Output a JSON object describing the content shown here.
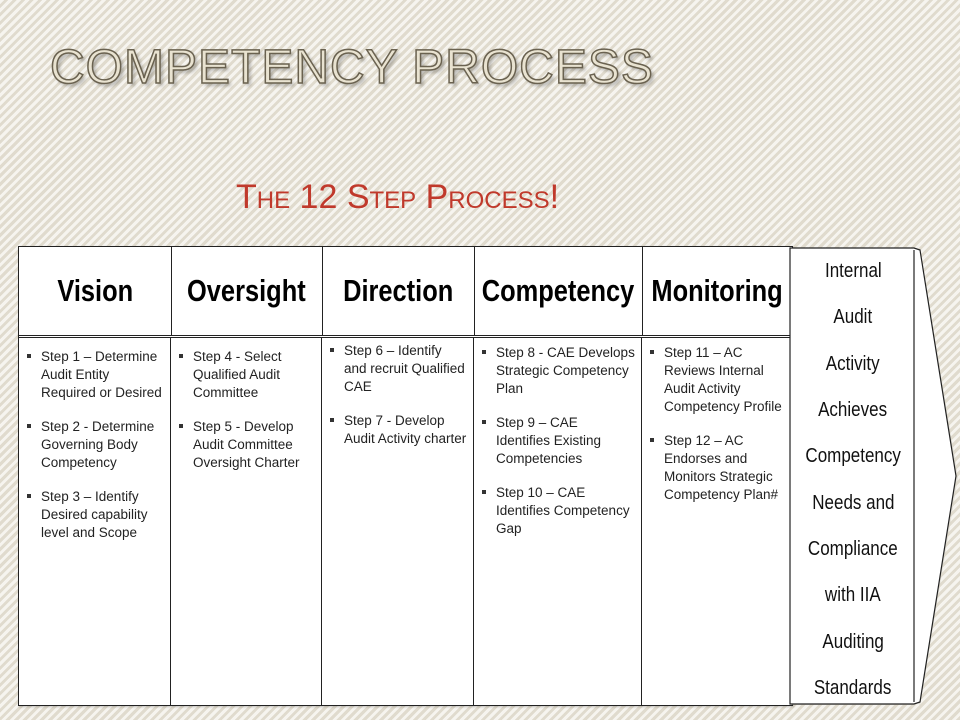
{
  "slide": {
    "title": "COMPETENCY PROCESS",
    "subtitle": "The 12 Step Process!"
  },
  "columns": [
    {
      "header": "Vision",
      "steps": [
        "Step 1 – Determine Audit Entity Required or Desired",
        "Step 2 - Determine Governing Body Competency",
        "Step 3 – Identify Desired capability level and Scope"
      ]
    },
    {
      "header": "Oversight",
      "steps": [
        "Step 4 - Select Qualified Audit Committee",
        "Step 5 - Develop Audit Committee Oversight Charter"
      ]
    },
    {
      "header": "Direction",
      "steps": [
        "Step 6 – Identify and recruit Qualified CAE",
        "Step 7 - Develop Audit Activity charter"
      ]
    },
    {
      "header": "Competency",
      "steps": [
        "Step 8 - CAE Develops Strategic Competency Plan",
        "Step 9 – CAE Identifies Existing Competencies",
        "Step 10 – CAE Identifies Competency Gap"
      ]
    },
    {
      "header": "Monitoring",
      "steps": [
        "Step 11 – AC Reviews Internal Audit Activity Competency Profile",
        "Step 12 – AC Endorses and Monitors Strategic Competency Plan#"
      ]
    }
  ],
  "outcome": {
    "lines": [
      "Internal",
      "Audit",
      "Activity",
      "Achieves",
      "Competency",
      "Needs and",
      "Compliance",
      "with IIA",
      "Auditing",
      "Standards"
    ]
  },
  "icons": {
    "bullet": "square-bullet-icon",
    "arrow": "chevron-arrow-shape"
  }
}
